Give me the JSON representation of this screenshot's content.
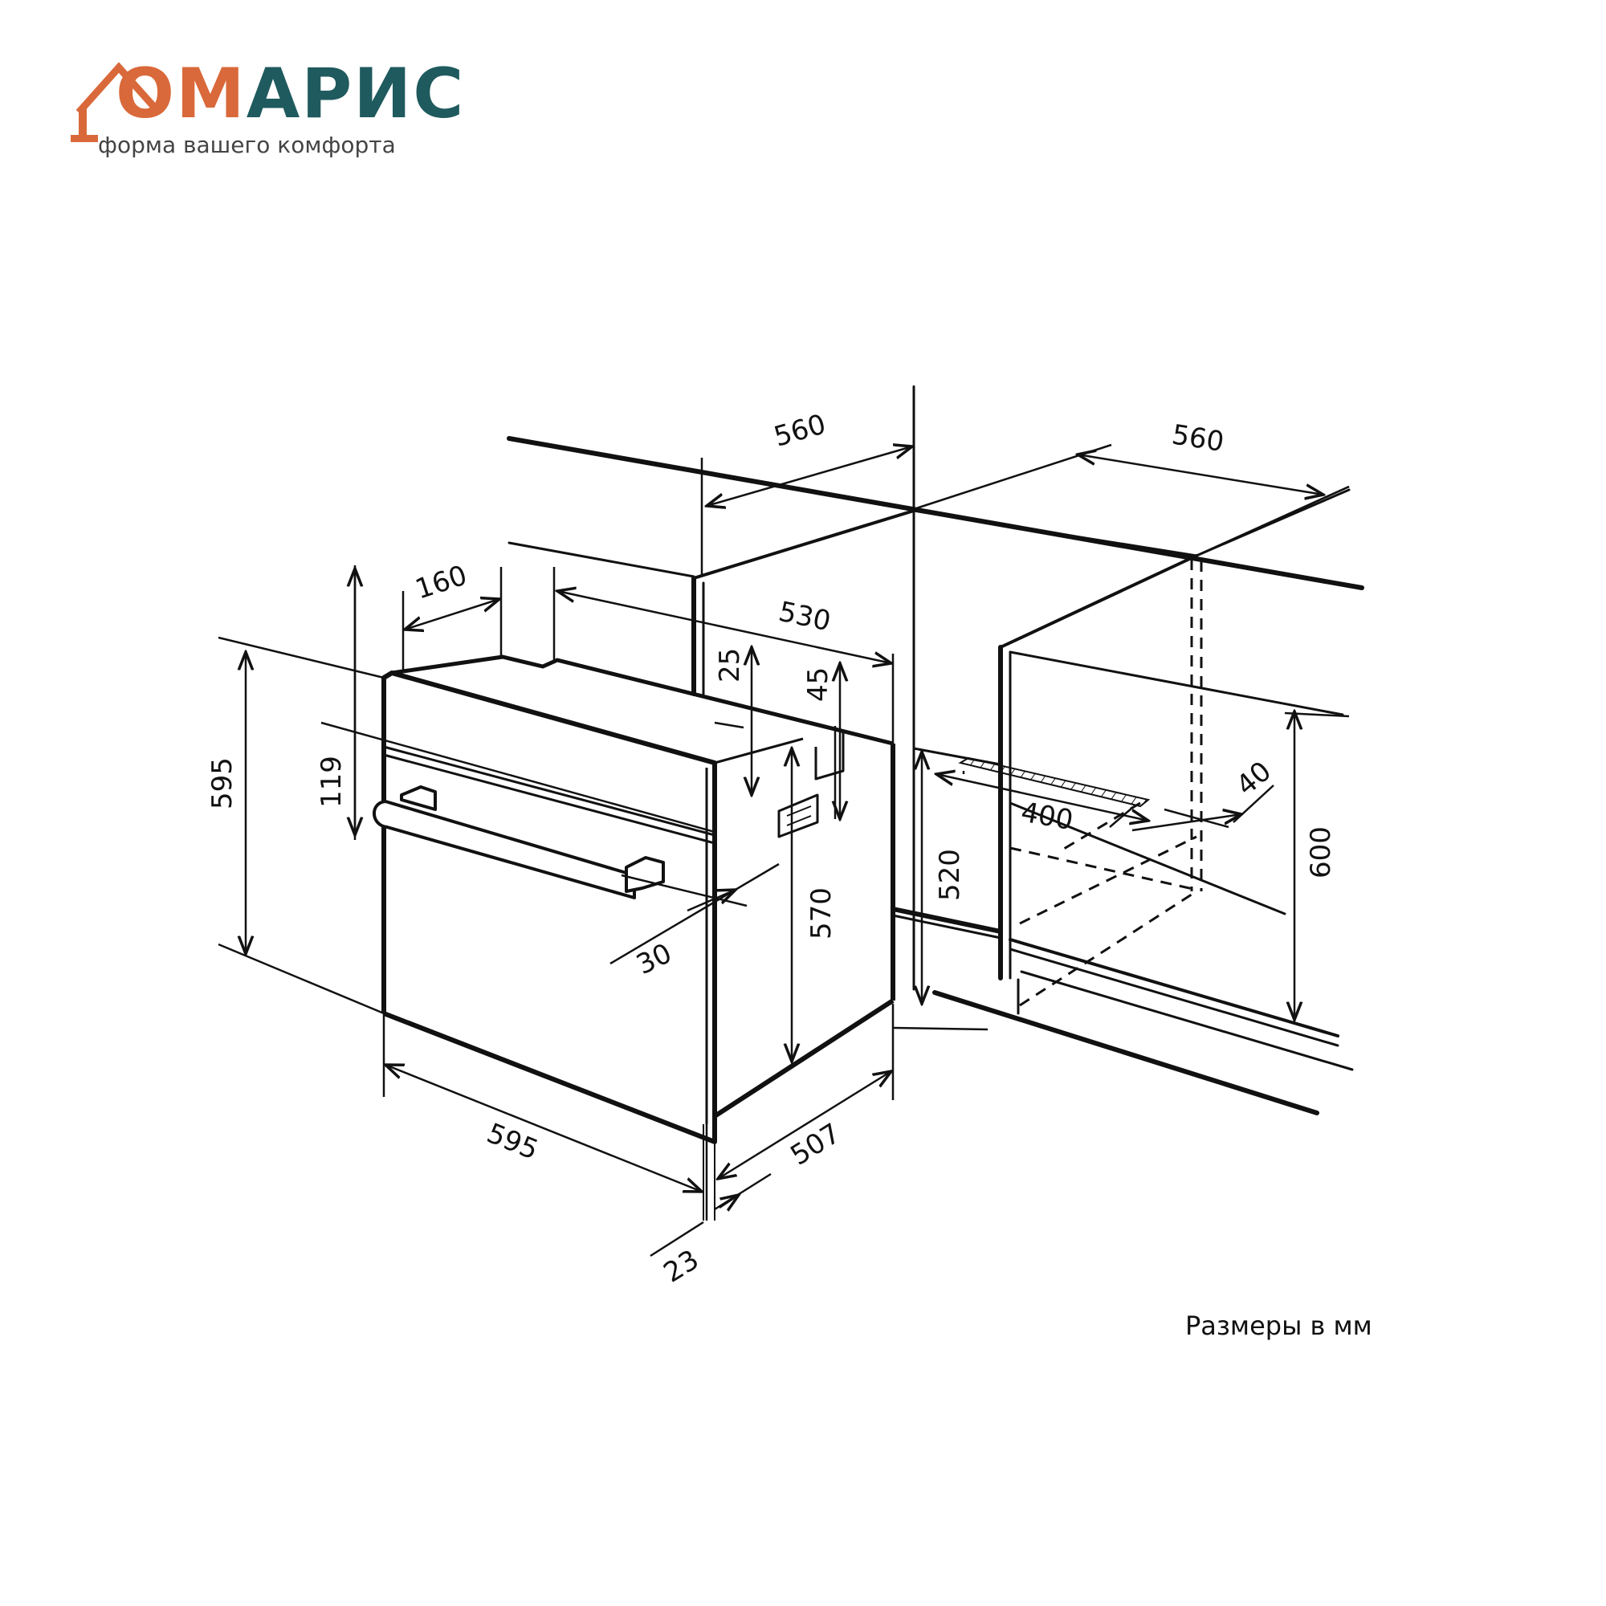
{
  "logo": {
    "letter_d": "Д",
    "word_om": "ОМ",
    "word_aris": "АРИС",
    "tagline": "форма вашего комфорта",
    "color_orange": "#d9693a",
    "color_teal": "#1f5a5e"
  },
  "dimensions": {
    "cabinet_width_top_left": "560",
    "cabinet_width_top_right": "560",
    "panel_depth": "160",
    "oven_depth": "530",
    "top_gap": "25",
    "top_step": "45",
    "oven_height": "595",
    "panel_height": "119",
    "handle_offset": "30",
    "body_height": "570",
    "oven_width": "595",
    "body_depth": "507",
    "door_thickness": "23",
    "niche_height_min": "520",
    "vent_width": "400",
    "vent_depth": "40",
    "niche_height": "600"
  },
  "note": "Размеры в мм"
}
